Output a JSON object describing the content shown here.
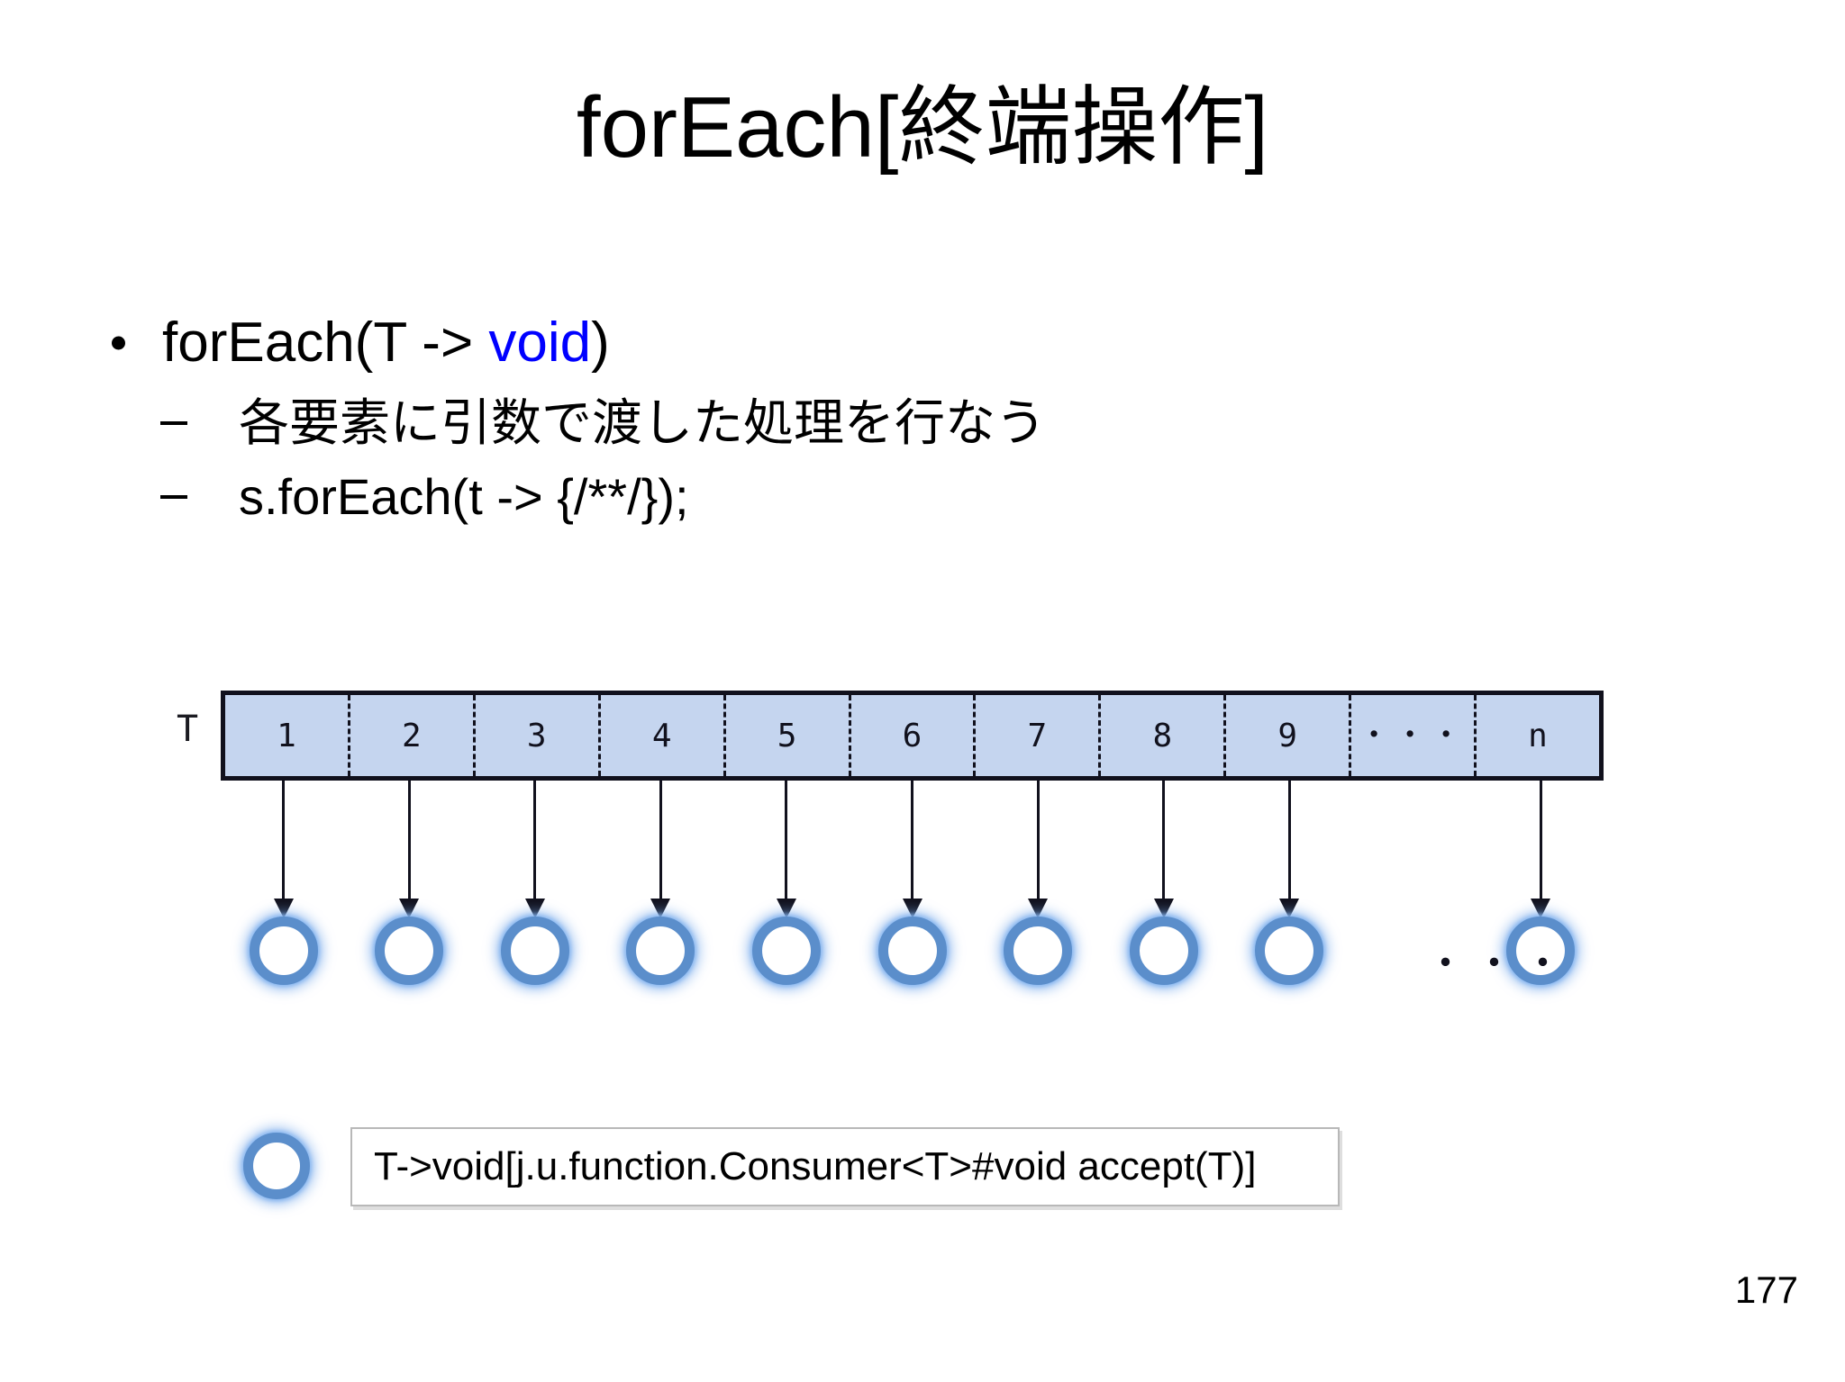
{
  "slide": {
    "title": "forEach[終端操作]",
    "page_number": "177",
    "accent_void_color": "#0000ff",
    "diagram_fill_color": "#c5d5ef",
    "diagram_border_color": "#11111d",
    "ring_color": "#5b8ecb"
  },
  "bullets": [
    {
      "level": 1,
      "prefix": "forEach(T -> ",
      "keyword": "void",
      "suffix": ")"
    },
    {
      "level": 2,
      "text": "各要素に引数で渡した処理を行なう"
    },
    {
      "level": 2,
      "text": "s.forEach(t -> {/**/});"
    }
  ],
  "diagram": {
    "stream_type_label": "T",
    "cells": [
      "1",
      "2",
      "3",
      "4",
      "5",
      "6",
      "7",
      "8",
      "9",
      "・・・",
      "n"
    ],
    "consumer_count": 10,
    "ellipsis_between_circles": "・・・",
    "legend": {
      "icon": "consumer-ring-icon",
      "text": "T->void[j.u.function.Consumer<T>#void accept(T)]"
    }
  }
}
